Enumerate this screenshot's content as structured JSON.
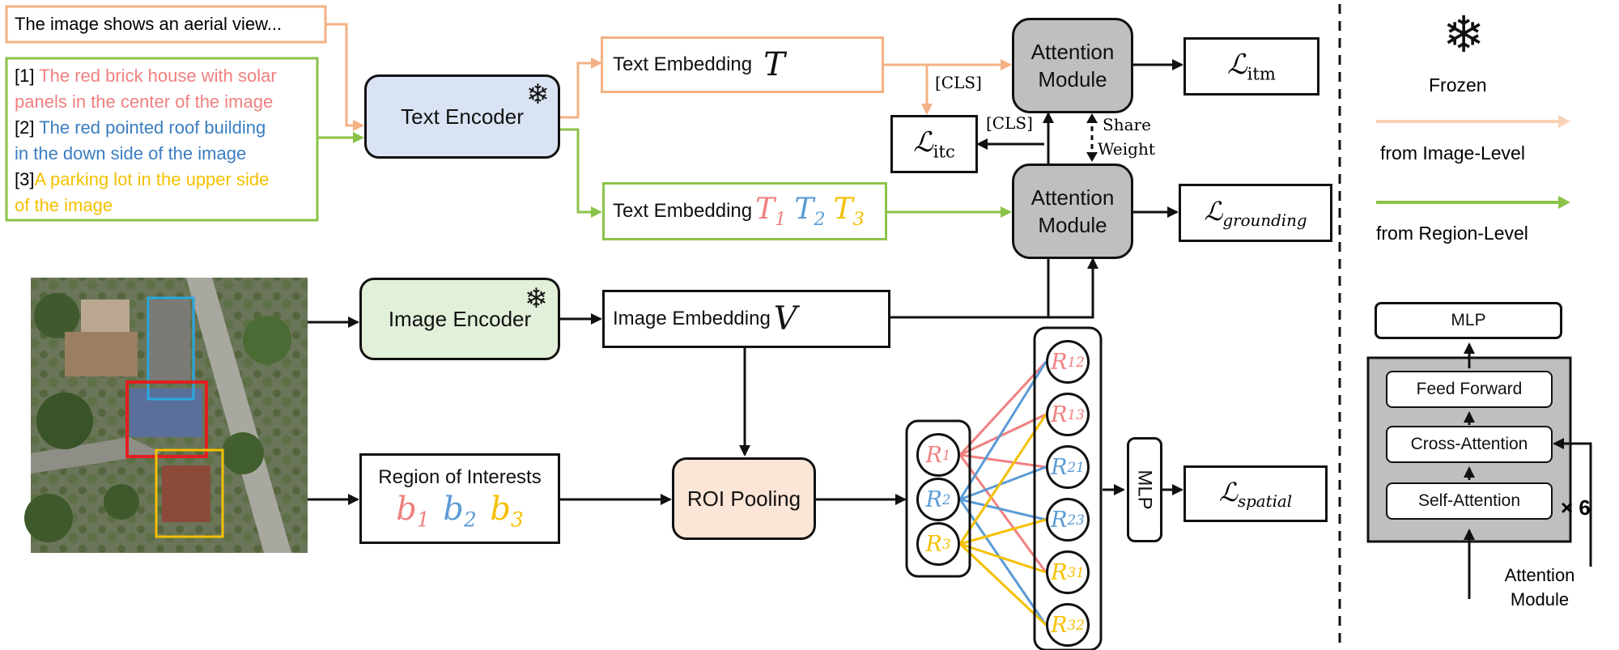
{
  "colors": {
    "orange": "#F4B183",
    "green": "#8BC34A",
    "pink": "#F08080",
    "blue": "#5B9BD5",
    "yellow": "#F5C000",
    "gray": "#BFBFBF",
    "dark": "#111111"
  },
  "captions": {
    "image_level": "The image shows an aerial view...",
    "region_1_num": "[1] ",
    "region_1_text_a": "The red brick house with solar",
    "region_1_text_b": "panels in the center of the image",
    "region_2_num": "[2] ",
    "region_2_text_a": "The red pointed roof building",
    "region_2_text_b": "in the down side of the image",
    "region_3_num": "[3]",
    "region_3_text_a": "A parking lot in the upper side",
    "region_3_text_b": "of the image"
  },
  "modules": {
    "text_encoder": "Text Encoder",
    "image_encoder": "Image Encoder",
    "roi_pooling": "ROI Pooling",
    "attention_top_1": "Attention",
    "attention_top_2": "Module",
    "attention_bottom_1": "Attention",
    "attention_bottom_2": "Module",
    "mlp_vertical": "MLP"
  },
  "embeddings": {
    "text_T_label": "Text Embedding",
    "text_T_symbol": "T",
    "text_T123_label": "Text Embedding",
    "image_V_label": "Image Embedding",
    "image_V_symbol": "V",
    "roi_label": "Region of Interests"
  },
  "symbols": {
    "T1": "T",
    "T1_sub": "1",
    "T2": "T",
    "T2_sub": "2",
    "T3": "T",
    "T3_sub": "3",
    "b1": "b",
    "b1_sub": "1",
    "b2": "b",
    "b2_sub": "2",
    "b3": "b",
    "b3_sub": "3"
  },
  "regions_left": [
    {
      "main": "R",
      "sub": "1",
      "color": "#F08080"
    },
    {
      "main": "R",
      "sub": "2",
      "color": "#5B9BD5"
    },
    {
      "main": "R",
      "sub": "3",
      "color": "#F5C000"
    }
  ],
  "regions_right": [
    {
      "main": "R",
      "sub": "12",
      "color": "#F08080"
    },
    {
      "main": "R",
      "sub": "13",
      "color": "#F08080"
    },
    {
      "main": "R",
      "sub": "21",
      "color": "#5B9BD5"
    },
    {
      "main": "R",
      "sub": "23",
      "color": "#5B9BD5"
    },
    {
      "main": "R",
      "sub": "31",
      "color": "#F5C000"
    },
    {
      "main": "R",
      "sub": "32",
      "color": "#F5C000"
    }
  ],
  "losses": {
    "itm_main": "ℒ",
    "itm_sub": "itm",
    "itc_main": "ℒ",
    "itc_sub": "itc",
    "grounding_main": "ℒ",
    "grounding_sub": "grounding",
    "spatial_main": "ℒ",
    "spatial_sub": "spatial"
  },
  "annotations": {
    "cls_1": "[CLS]",
    "cls_2": "[CLS]",
    "share": "Share",
    "weight": "Weight"
  },
  "legend": {
    "frozen": "Frozen",
    "image_level": "from Image-Level",
    "region_level": "from Region-Level",
    "snowflake_icon": "❄"
  },
  "attention_detail": {
    "mlp": "MLP",
    "feed_forward": "Feed Forward",
    "cross_attention": "Cross-Attention",
    "self_attention": "Self-Attention",
    "times": "× 6",
    "input_1": "Attention",
    "input_2": "Module"
  }
}
